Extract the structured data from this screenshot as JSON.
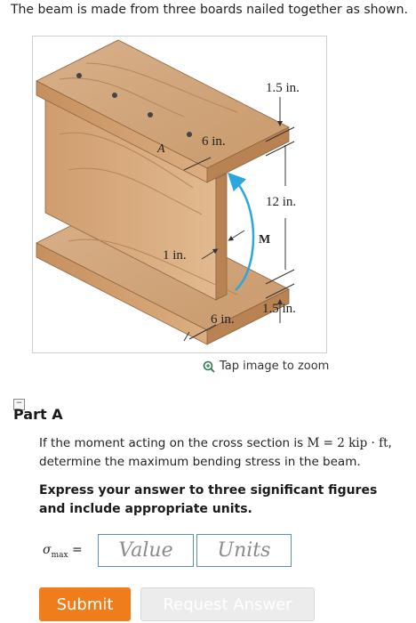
{
  "intro_text": "The beam is made from three boards nailed together as shown.",
  "figure": {
    "labels": {
      "top_thickness": "1.5 in.",
      "flange_width_top": "6 in.",
      "point_a": "A",
      "web_depth": "12 in.",
      "moment": "M",
      "web_thickness": "1 in.",
      "bottom_thickness": "1.5 in.",
      "flange_width_bottom": "6 in."
    }
  },
  "zoom_text": "Tap image to zoom",
  "part": {
    "collapse_symbol": "−",
    "title": "Part A",
    "question_before": "If the moment acting on the cross section is ",
    "question_math": "M = 2 kip · ft",
    "question_after": ", determine the maximum bending stress in the beam.",
    "instruction": "Express your answer to three significant figures and include appropriate units."
  },
  "answer": {
    "symbol": "σ",
    "subscript": "max",
    "equals": " =",
    "value_placeholder": "Value",
    "units_placeholder": "Units"
  },
  "buttons": {
    "submit": "Submit",
    "request_answer": "Request Answer"
  },
  "colors": {
    "submit_bg": "#f07d1b",
    "moment_arrow": "#2aa6e0",
    "wood": "#d9a679",
    "input_border": "#5a8fbf"
  }
}
